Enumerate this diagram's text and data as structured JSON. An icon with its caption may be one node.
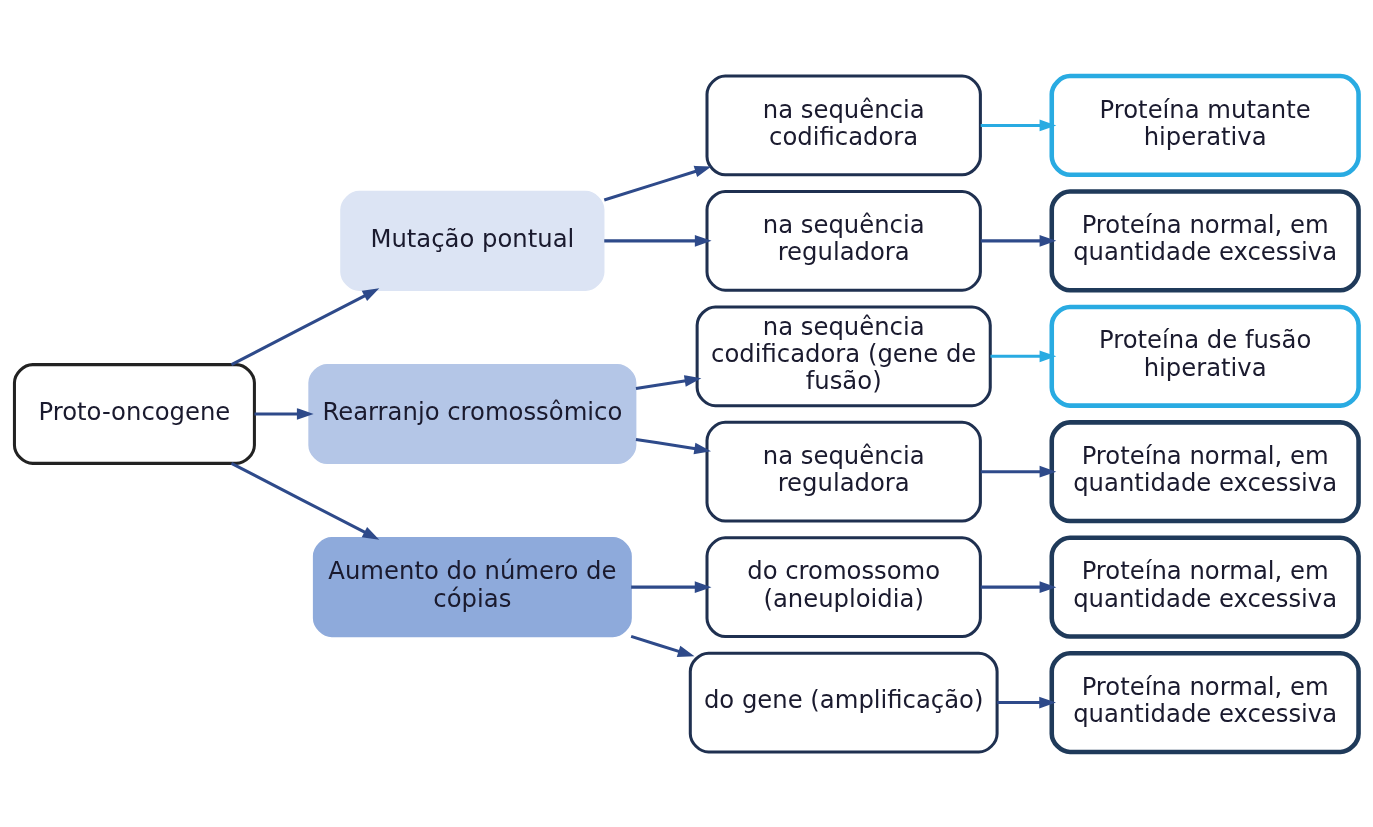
{
  "diagram": {
    "nodes": [
      {
        "text": [
          "Proto-oncogene"
        ]
      },
      {
        "text": [
          "Mutação pontual"
        ]
      },
      {
        "text": [
          "Rearranjo cromossômico"
        ]
      },
      {
        "text": [
          "Aumento do número de cópias"
        ]
      },
      {
        "text": [
          "na sequência codificadora"
        ]
      },
      {
        "text": [
          "Proteína mutante hiperativa"
        ]
      },
      {
        "text": [
          "na sequência reguladora"
        ]
      },
      {
        "text": [
          "Proteína normal, em quantidade excessiva"
        ]
      },
      {
        "text": [
          "na sequência codificadora (gene de fusão)"
        ]
      },
      {
        "text": [
          "Proteína de fusão hiperativa"
        ]
      },
      {
        "text": [
          "na sequência reguladora"
        ]
      },
      {
        "text": [
          "Proteína normal, em quantidade excessiva"
        ]
      },
      {
        "text": [
          "do cromossomo (aneuploidia)"
        ]
      },
      {
        "text": [
          "Proteína normal, em quantidade excessiva"
        ]
      },
      {
        "text": [
          "do gene (amplificação)"
        ]
      },
      {
        "text": [
          "Proteína normal, em quantidade excessiva"
        ]
      }
    ],
    "edges": [
      {
        "from": 0,
        "to": 1,
        "arrow": "to"
      },
      {
        "from": 0,
        "to": 2,
        "arrow": "to"
      },
      {
        "from": 0,
        "to": 3,
        "arrow": "to"
      },
      {
        "from": 1,
        "to": 4,
        "arrow": "to"
      },
      {
        "from": 1,
        "to": 6,
        "arrow": "to"
      },
      {
        "from": 2,
        "to": 8,
        "arrow": "to"
      },
      {
        "from": 2,
        "to": 10,
        "arrow": "to"
      },
      {
        "from": 3,
        "to": 12,
        "arrow": "to"
      },
      {
        "from": 3,
        "to": 14,
        "arrow": "to"
      },
      {
        "from": 4,
        "to": 5,
        "arrow": "to",
        "color": "#29abe2"
      },
      {
        "from": 6,
        "to": 7,
        "arrow": "to"
      },
      {
        "from": 8,
        "to": 9,
        "arrow": "to",
        "color": "#29abe2"
      },
      {
        "from": 10,
        "to": 11,
        "arrow": "to"
      },
      {
        "from": 12,
        "to": 13,
        "arrow": "to"
      },
      {
        "from": 14,
        "to": 15,
        "arrow": "to"
      }
    ]
  }
}
